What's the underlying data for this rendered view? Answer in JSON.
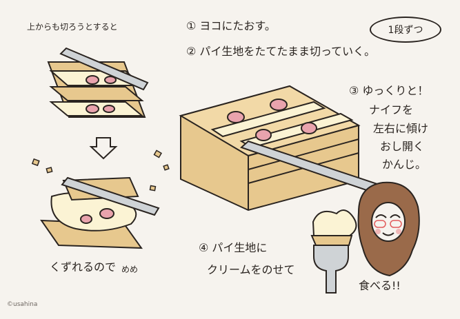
{
  "labels": {
    "top_left": "上からも切ろうとすると",
    "bottom_left": "くずれるので",
    "bottom_left_face": "めめ",
    "copyright": "©usahina",
    "eat": "食べる!!"
  },
  "steps": {
    "s1": "① ヨコにたおす。",
    "s2": "② パイ生地をたてたまま切っていく。",
    "badge": "1段ずつ",
    "s3_line1": "③ ゆっくりと！",
    "s3_line2": "ナイフを",
    "s3_line3": "左右に傾け",
    "s3_line4": "おし開く",
    "s3_line5": "かんじ。",
    "s4_line1": "④ パイ生地に",
    "s4_line2": "クリームをのせて"
  },
  "colors": {
    "pastry": "#e7c88e",
    "pastry_dark": "#c9a063",
    "cream": "#fbf3d4",
    "strawberry": "#e9a3ad",
    "knife": "#cfd3d6",
    "outline": "#2a2420",
    "hair": "#9a6a4a",
    "cheek": "#f0b7b7"
  }
}
